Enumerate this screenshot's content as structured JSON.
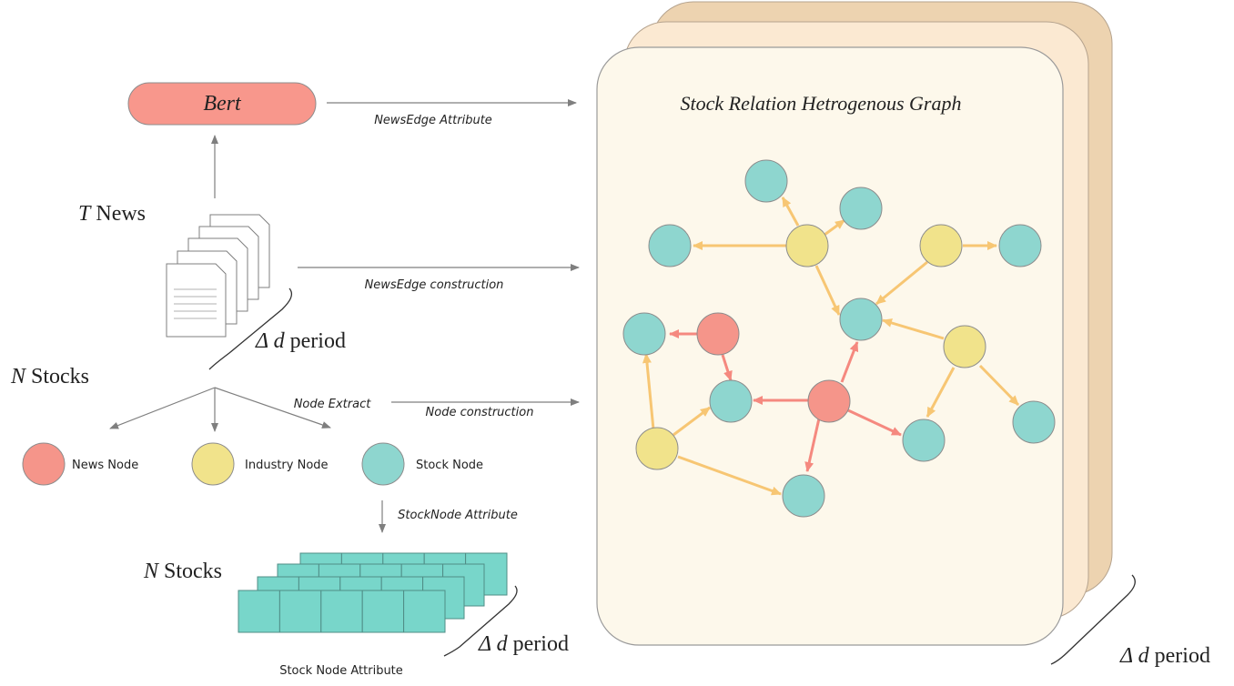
{
  "bert_label": "Bert",
  "labels": {
    "newsedge_attribute": "NewsEdge Attribute",
    "newsedge_construction": "NewsEdge construction",
    "node_extract": "Node Extract",
    "node_construction": "Node construction",
    "stocknode_attribute": "StockNode Attribute",
    "stock_node_attribute_caption": "Stock Node Attribute"
  },
  "news_label": {
    "var": "T",
    "text": "News"
  },
  "stocks_label_1": {
    "var": "N",
    "text": "Stocks"
  },
  "stocks_label_2": {
    "var": "N",
    "text": "Stocks"
  },
  "period_1": {
    "var": "Δ d",
    "text": "period"
  },
  "period_2": {
    "var": "Δ d",
    "text": "period"
  },
  "period_3": {
    "var": "Δ d",
    "text": "period"
  },
  "legend": {
    "news_node": "News Node",
    "industry_node": "Industry Node",
    "stock_node": "Stock Node"
  },
  "graph_title": "Stock Relation Hetrogenous Graph",
  "colors": {
    "news_node": "#F5958A",
    "industry_node": "#F1E38B",
    "stock_node": "#8ED6CF",
    "bert_fill": "#F8978C",
    "panel_fill": "#FDF8EB",
    "panel_back1": "#FBE9D2",
    "panel_back2": "#EDD3B0",
    "attribute_cell": "#78D6CA",
    "industry_edge": "#F7C673",
    "news_edge": "#F5897F"
  }
}
